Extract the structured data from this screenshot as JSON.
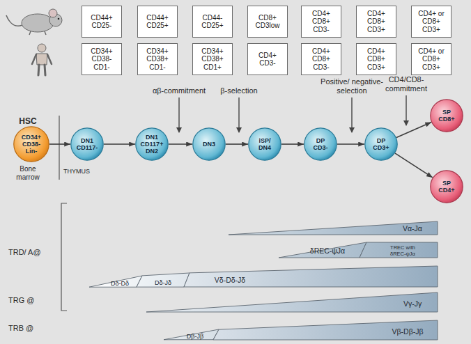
{
  "diagram": {
    "nodes": [
      {
        "text": [
          "CD44+ CD25-"
        ]
      },
      {
        "text": [
          "CD44+ CD25+"
        ]
      },
      {
        "text": [
          "CD44- CD25+"
        ]
      },
      {
        "text": [
          "CD8+ CD3low"
        ]
      },
      {
        "text": [
          "CD4+ CD8+ CD3-"
        ]
      },
      {
        "text": [
          "CD4+ CD8+ CD3+"
        ]
      },
      {
        "text": [
          "CD4+ or CD8+ CD3+"
        ]
      },
      {
        "text": [
          "CD34+ CD38- CD1-"
        ]
      },
      {
        "text": [
          "CD34+ CD38+ CD1-"
        ]
      },
      {
        "text": [
          "CD34+ CD38+ CD1+"
        ]
      },
      {
        "text": [
          "CD4+ CD3-"
        ]
      },
      {
        "text": [
          "CD4+ CD8+ CD3-"
        ]
      },
      {
        "text": [
          "CD4+ CD8+ CD3+"
        ]
      },
      {
        "text": [
          "CD4+ or CD8+ CD3+"
        ]
      },
      {
        "text": [
          "CD34+ CD38- Lin-"
        ]
      },
      {
        "text": [
          "DN1 CD117-"
        ]
      },
      {
        "text": [
          "DN1 CD117+ DN2"
        ]
      },
      {
        "text": [
          "DN3"
        ]
      },
      {
        "text": [
          "iSP/ DN4"
        ]
      },
      {
        "text": [
          "DP CD3-"
        ]
      },
      {
        "text": [
          "DP CD3+"
        ]
      },
      {
        "text": [
          "SP CD8+"
        ]
      },
      {
        "text": [
          "SP CD4+"
        ]
      },
      {
        "text": [
          "Vα-Jα"
        ]
      },
      {
        "text": [
          "δREC-ψJα"
        ]
      },
      {
        "text": [
          "TREC with δREC-ψJα"
        ]
      },
      {
        "text": [
          "Dδ-Dδ"
        ]
      },
      {
        "text": [
          "Dδ-Jδ"
        ]
      },
      {
        "text": [
          "Vδ-Dδ-Jδ"
        ]
      },
      {
        "text": [
          "Vγ-Jγ"
        ]
      },
      {
        "text": [
          "Dβ-Jβ"
        ]
      },
      {
        "text": [
          "Vβ-Dβ-Jβ"
        ]
      }
    ],
    "edges": [
      {
        "from": 14,
        "to": 15,
        "arrow": "to"
      },
      {
        "from": 15,
        "to": 16,
        "arrow": "to"
      },
      {
        "from": 16,
        "to": 17,
        "arrow": "to"
      },
      {
        "from": 17,
        "to": 18,
        "arrow": "to"
      },
      {
        "from": 18,
        "to": 19,
        "arrow": "to"
      },
      {
        "from": 19,
        "to": 20,
        "arrow": "to"
      },
      {
        "from": 20,
        "to": 21,
        "arrow": "to"
      },
      {
        "from": 20,
        "to": 22,
        "arrow": "to"
      }
    ],
    "labels": [
      "Positive/ negative-selection",
      "CD4/CD8- commitment",
      "αβ-commitment",
      "β-selection",
      "HSC",
      "Bone marrow",
      "THYMUS",
      "TRD/ A@",
      "TRG @",
      "TRB @"
    ]
  }
}
